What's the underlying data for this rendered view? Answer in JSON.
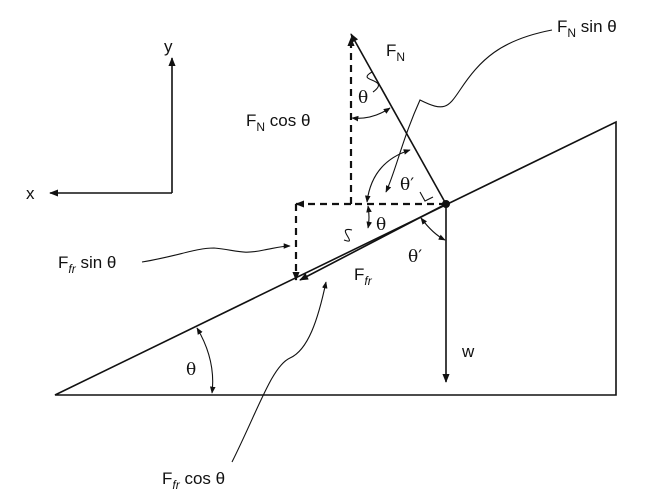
{
  "axes": {
    "x": "x",
    "y": "y"
  },
  "labels": {
    "fn": {
      "main": "F",
      "sub": "N"
    },
    "fn_sin": {
      "main": "F",
      "sub": "N",
      "tail": " sin θ"
    },
    "fn_cos": {
      "main": "F",
      "sub": "N",
      "tail": " cos θ"
    },
    "ffr": {
      "main": "F",
      "sub": "fr"
    },
    "ffr_sin": {
      "main": "F",
      "sub": "fr",
      "tail": " sin θ"
    },
    "ffr_cos": {
      "main": "F",
      "sub": "fr",
      "tail": " cos θ"
    },
    "weight": "w",
    "theta": "θ",
    "theta_prime": "θ′"
  },
  "colors": {
    "ink": "#111111",
    "background": "#ffffff"
  }
}
